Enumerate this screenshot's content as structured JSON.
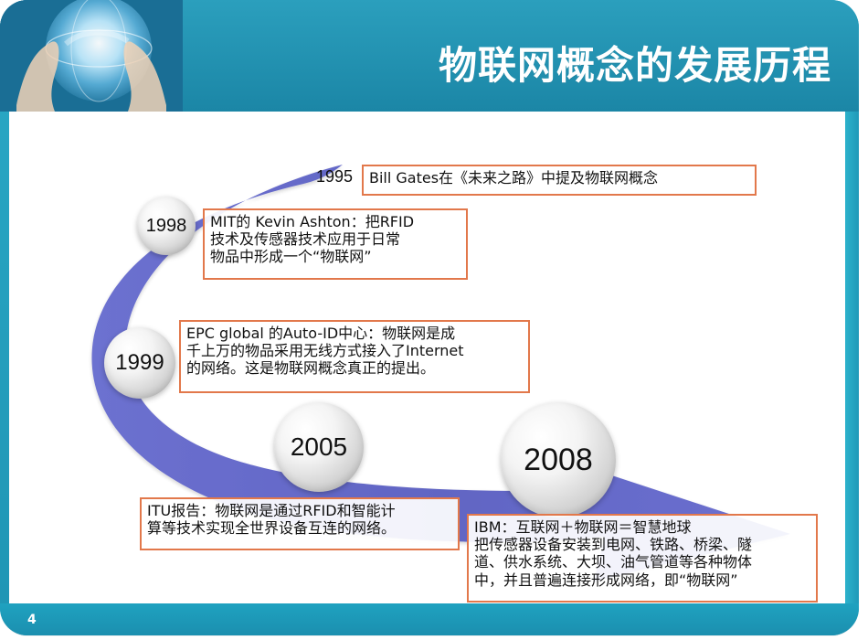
{
  "header": {
    "title": "物联网概念的发展历程"
  },
  "timeline": [
    {
      "year": "1995",
      "text_lines": [
        "Bill Gates在《未来之路》中提及物联网概念"
      ]
    },
    {
      "year": "1998",
      "text_lines": [
        "MIT的 Kevin Ashton：把RFID",
        "技术及传感器技术应用于日常",
        "物品中形成一个“物联网”"
      ]
    },
    {
      "year": "1999",
      "text_lines": [
        "EPC global 的Auto-ID中心：物联网是成",
        "千上万的物品采用无线方式接入了Internet",
        "的网络。这是物联网概念真正的提出。"
      ]
    },
    {
      "year": "2005",
      "text_lines": [
        "ITU报告：物联网是通过RFID和智能计",
        "算等技术实现全世界设备互连的网络。"
      ]
    },
    {
      "year": "2008",
      "text_lines": [
        "IBM：互联网＋物联网＝智慧地球",
        "把传感器设备安装到电网、铁路、桥梁、隧",
        "道、供水系统、大坝、油气管道等各种物体",
        "中，并且普遍连接形成网络，即“物联网”"
      ]
    }
  ],
  "footer": {
    "page_number": "4"
  },
  "colors": {
    "teal": "#1f95b4",
    "arrow": "#5e63c3",
    "box_border": "#e2784b"
  },
  "icons": {
    "header_image": "globe-hands-image"
  }
}
